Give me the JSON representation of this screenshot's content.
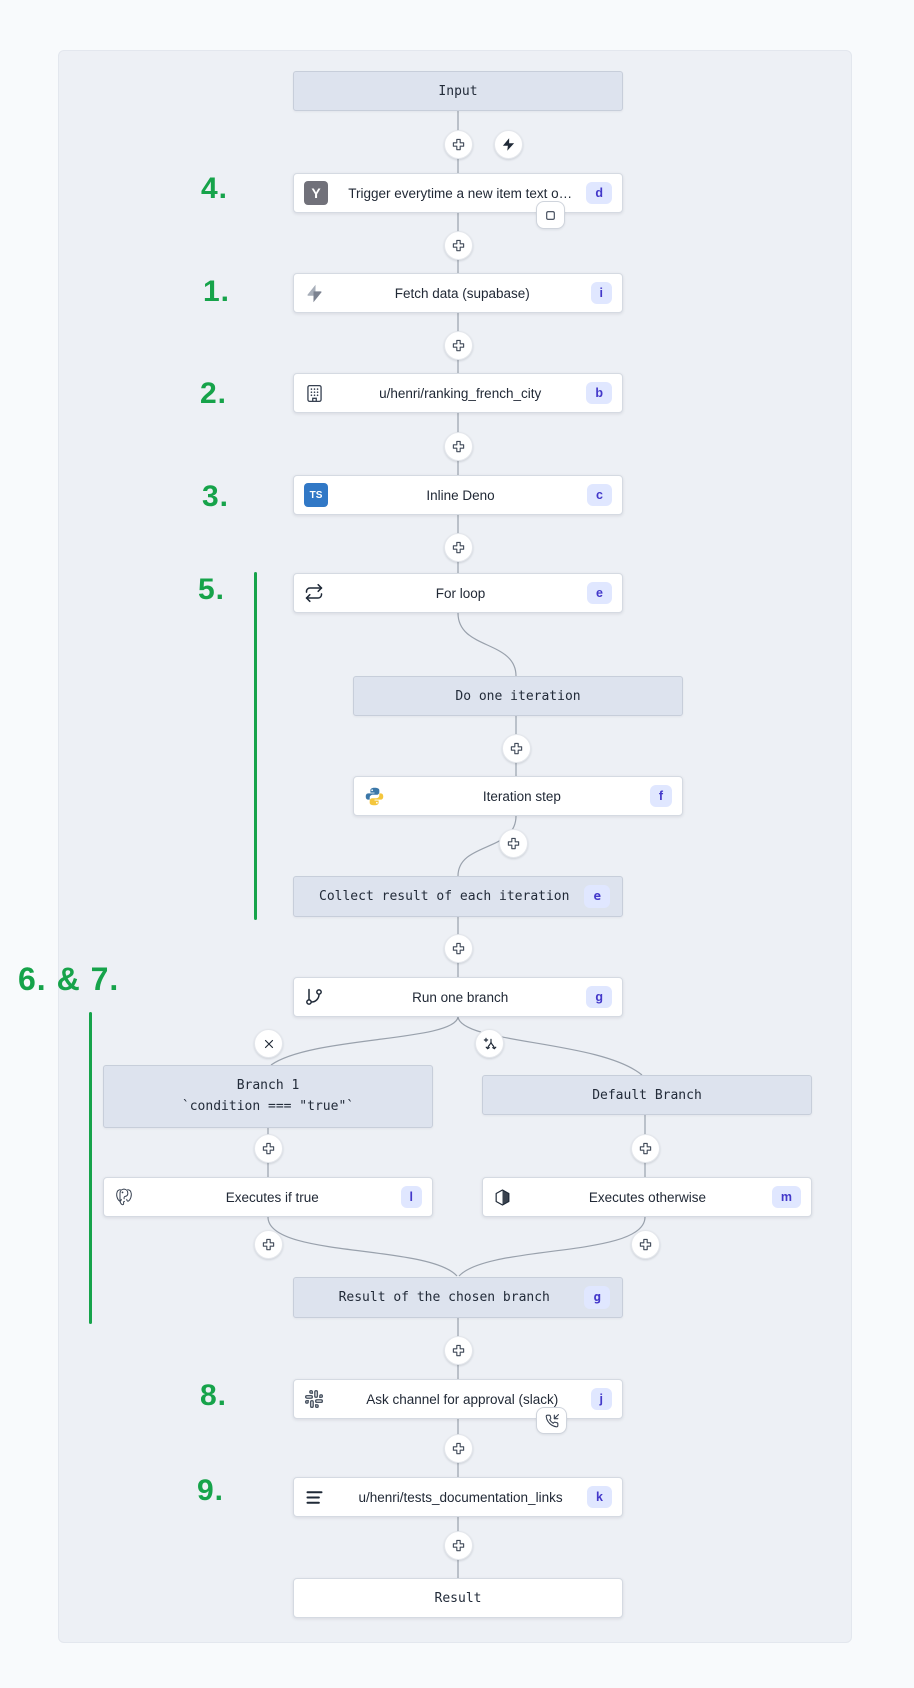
{
  "colors": {
    "annotation_green": "#16a34a",
    "badge_bg": "#e0e7ff",
    "badge_text": "#4338ca",
    "virtual_node_bg": "#dde3ee",
    "node_bg": "#ffffff",
    "edge": "#99a1ac",
    "canvas_bg": "#edf0f5",
    "page_bg": "#f8fafc",
    "typescript_icon_bg": "#3178c6",
    "hackernews_icon_bg": "#71717a"
  },
  "annotations": {
    "a4": "4.",
    "a1": "1.",
    "a2": "2.",
    "a3": "3.",
    "a5": "5.",
    "a67": "6. & 7.",
    "a8": "8.",
    "a9": "9."
  },
  "icons": {
    "hackernews": "Y",
    "typescript": "TS"
  },
  "nodes": {
    "input": {
      "label": "Input"
    },
    "trigger": {
      "label": "Trigger everytime a new item text o…",
      "badge": "d",
      "icon": "hackernews-icon"
    },
    "fetch": {
      "label": "Fetch data (supabase)",
      "badge": "i",
      "icon": "supabase-bolt-icon"
    },
    "ranking": {
      "label": "u/henri/ranking_french_city",
      "badge": "b",
      "icon": "building-icon"
    },
    "inline_deno": {
      "label": "Inline Deno",
      "badge": "c",
      "icon": "typescript-icon"
    },
    "for_loop": {
      "label": "For loop",
      "badge": "e",
      "icon": "repeat-icon"
    },
    "do_iteration": {
      "label": "Do one iteration"
    },
    "iteration_step": {
      "label": "Iteration step",
      "badge": "f",
      "icon": "python-icon"
    },
    "collect": {
      "label": "Collect result of each iteration",
      "badge": "e"
    },
    "run_one_branch": {
      "label": "Run one branch",
      "badge": "g",
      "icon": "git-branch-icon"
    },
    "branch1": {
      "title": "Branch 1",
      "condition": "`condition === \"true\"`"
    },
    "default_branch": {
      "label": "Default Branch"
    },
    "executes_if_true": {
      "label": "Executes if true",
      "badge": "l",
      "icon": "postgresql-icon"
    },
    "executes_otherwise": {
      "label": "Executes otherwise",
      "badge": "m",
      "icon": "cube-icon"
    },
    "result_chosen": {
      "label": "Result of the chosen branch",
      "badge": "g"
    },
    "slack_approval": {
      "label": "Ask channel for approval (slack)",
      "badge": "j",
      "icon": "slack-icon"
    },
    "docs_links": {
      "label": "u/henri/tests_documentation_links",
      "badge": "k",
      "icon": "align-left-icon"
    },
    "result": {
      "label": "Result"
    }
  }
}
